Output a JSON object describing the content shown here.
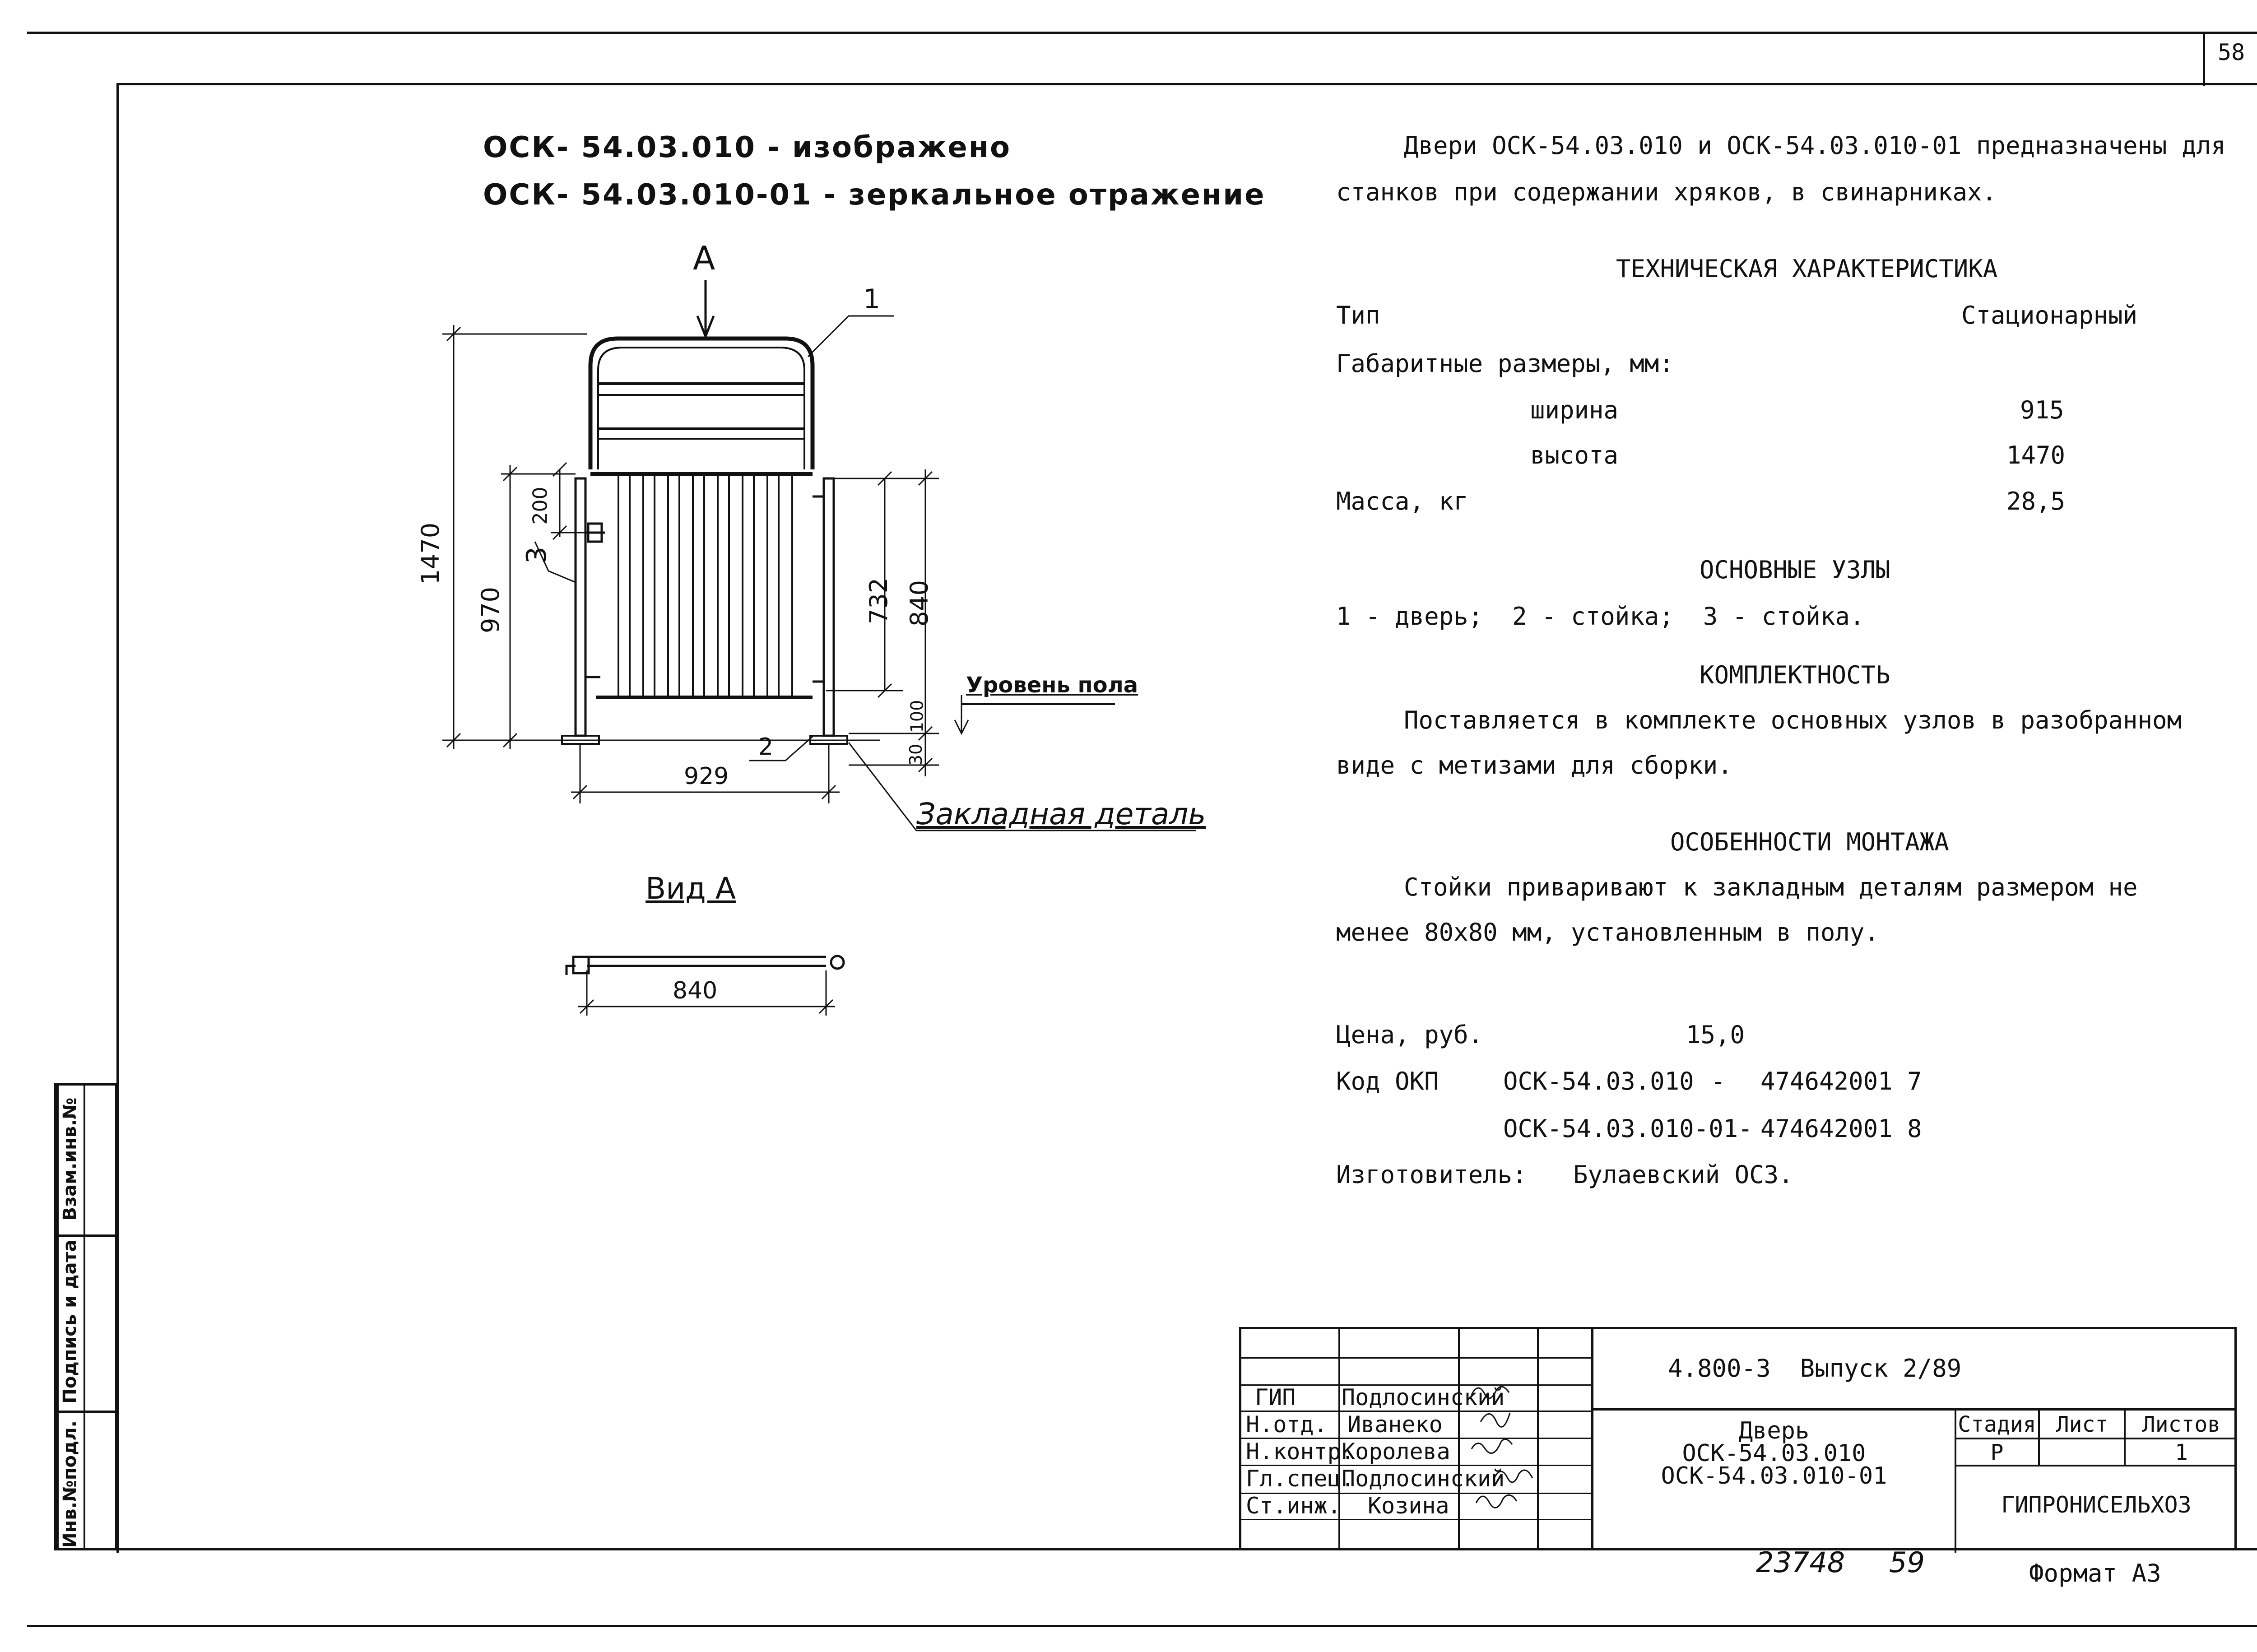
{
  "sheet": {
    "corner_number": "58",
    "bottom_number": "23748",
    "bottom_page": "59",
    "format_label": "Формат А3"
  },
  "drawing": {
    "title_line1": "ОСК- 54.03.010 - изображено",
    "title_line2": "ОСК- 54.03.010-01 - зеркальное отражение",
    "view_marker": "А",
    "callouts": {
      "c1": "1",
      "c2": "2",
      "c3": "3"
    },
    "dimensions": {
      "total_height": "1470",
      "post_height": "970",
      "offset_top": "200",
      "panel_height": "732",
      "panel_outer": "840",
      "floor_gap": "100",
      "embed_depth": "30",
      "width": "929"
    },
    "floor_label": "Уровень пола",
    "embed_label": "Закладная деталь",
    "view_a_title": "Вид А",
    "view_a_dim": "840"
  },
  "spec": {
    "intro_line1": "Двери ОСК-54.03.010 и ОСК-54.03.010-01 предназначены для",
    "intro_line2": "станков при содержании хряков, в свинарниках.",
    "tech_heading": "ТЕХНИЧЕСКАЯ ХАРАКТЕРИСТИКА",
    "type_label": "Тип",
    "type_value": "Стационарный",
    "dims_label": "Габаритные размеры, мм:",
    "width_label": "ширина",
    "width_value": "915",
    "height_label": "высота",
    "height_value": "1470",
    "mass_label": "Масса, кг",
    "mass_value": "28,5",
    "units_heading": "ОСНОВНЫЕ УЗЛЫ",
    "units_line": "1 - дверь;  2 - стойка;  3 - стойка.",
    "kit_heading": "КОМПЛЕКТНОСТЬ",
    "kit_line1": "Поставляется в комплекте основных узлов в разобранном",
    "kit_line2": "виде с метизами для сборки.",
    "mount_heading": "ОСОБЕННОСТИ МОНТАЖА",
    "mount_line1": "Стойки приваривают к закладным деталям размером не",
    "mount_line2": "менее 80х80 мм, установленным в полу.",
    "price_label": "Цена, руб.",
    "price_value": "15,0",
    "okp_label": "Код ОКП",
    "okp_code1_name": "ОСК-54.03.010",
    "okp_code1_sep": "-",
    "okp_code1_value": "474642001 7",
    "okp_code2_name": "ОСК-54.03.010-01-",
    "okp_code2_value": "474642001 8",
    "maker_label": "Изготовитель:",
    "maker_value": "Булаевский ОСЗ."
  },
  "side_stamp": {
    "c1": "Инв.№подл.",
    "c2": "Подпись и дата",
    "c3": "Взам.инв.№"
  },
  "title_block": {
    "doc_code": "4.800-3  Выпуск 2/89",
    "item_name": "Дверь",
    "item_code1": "ОСК-54.03.010",
    "item_code2": "ОСК-54.03.010-01",
    "stage_header": "Стадия",
    "sheet_header": "Лист",
    "sheets_header": "Листов",
    "stage_value": "Р",
    "sheet_value": "",
    "sheets_value": "1",
    "organization": "ГИПРОНИСЕЛЬХОЗ",
    "roles": [
      {
        "role": "ГИП",
        "name": "Подлосинский"
      },
      {
        "role": "Н.отд.",
        "name": "Иванеко"
      },
      {
        "role": "Н.контр.",
        "name": "Королева"
      },
      {
        "role": "Гл.спец.",
        "name": "Подлосинский"
      },
      {
        "role": "Ст.инж.",
        "name": "Козина"
      }
    ]
  }
}
